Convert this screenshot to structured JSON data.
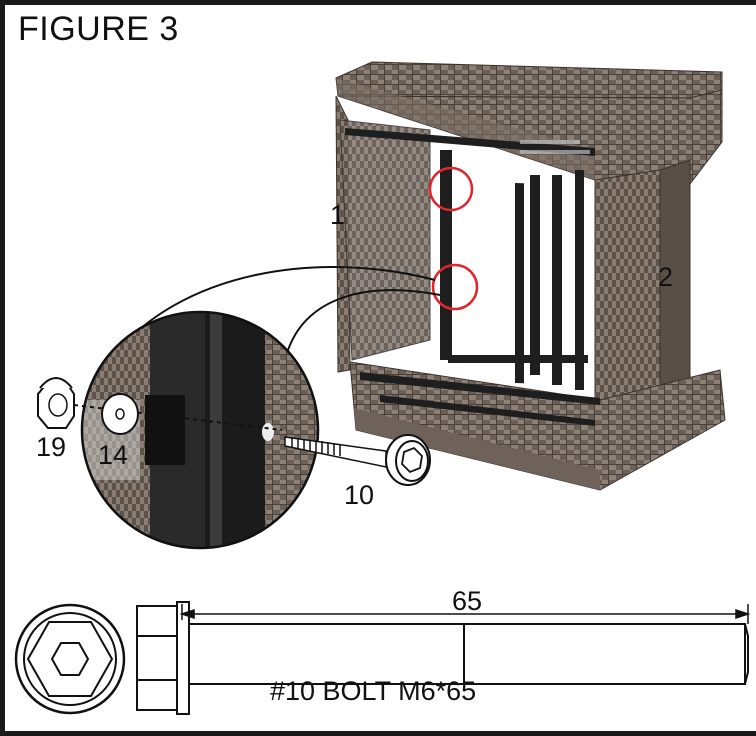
{
  "figure": {
    "title": "FIGURE 3"
  },
  "parts": {
    "side_1": "1",
    "side_2": "2",
    "bolt": "10",
    "washer": "14",
    "cap_nut": "19"
  },
  "bolt_drawing": {
    "length_dimension": "65",
    "caption": "#10 BOLT M6*65"
  },
  "colors": {
    "wicker_dark": "#5a4f47",
    "wicker_light": "#8b7e73",
    "frame_black": "#1e1e1e",
    "highlight_red": "#e0262b",
    "line": "#111111"
  }
}
